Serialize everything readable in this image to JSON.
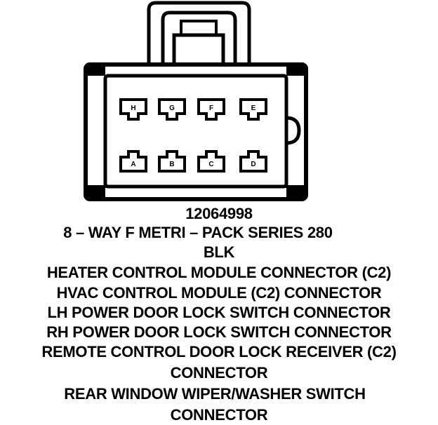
{
  "connector": {
    "part_number": "12064998",
    "series": "8 – WAY F METRI – PACK SERIES 280",
    "color": "BLK",
    "pins_top": [
      "H",
      "G",
      "F",
      "E"
    ],
    "pins_bottom": [
      "A",
      "B",
      "C",
      "D"
    ]
  },
  "applications": [
    "HEATER CONTROL MODULE CONNECTOR (C2)",
    "HVAC CONTROL MODULE (C2) CONNECTOR",
    "LH POWER DOOR LOCK SWITCH CONNECTOR",
    "RH POWER DOOR LOCK SWITCH CONNECTOR",
    "REMOTE CONTROL DOOR LOCK RECEIVER (C2)",
    "CONNECTOR",
    "REAR WINDOW WIPER/WASHER SWITCH",
    "CONNECTOR"
  ]
}
